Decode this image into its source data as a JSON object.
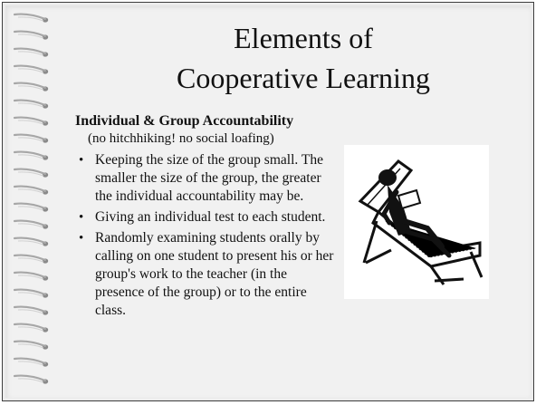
{
  "slide": {
    "title_line1": "Elements of",
    "title_line2": "Cooperative Learning",
    "subhead": "Individual & Group Accountability",
    "subnote": "(no hitchhiking! no social loafing)",
    "bullet_symbol": "•",
    "bullets": [
      "Keeping the size of the group small. The smaller the size of the group, the greater the individual accountability may be.",
      "Giving an individual test to each student.",
      "Randomly examining students orally by calling on one student to present his or her group's work to the teacher (in the presence of the group) or to the entire class."
    ]
  },
  "colors": {
    "background": "#ececec",
    "text": "#111111",
    "border": "#3d3d3d"
  },
  "icons": {
    "binding": "spiral-binding-icon",
    "illustration": "person-in-lounge-chair-icon"
  }
}
